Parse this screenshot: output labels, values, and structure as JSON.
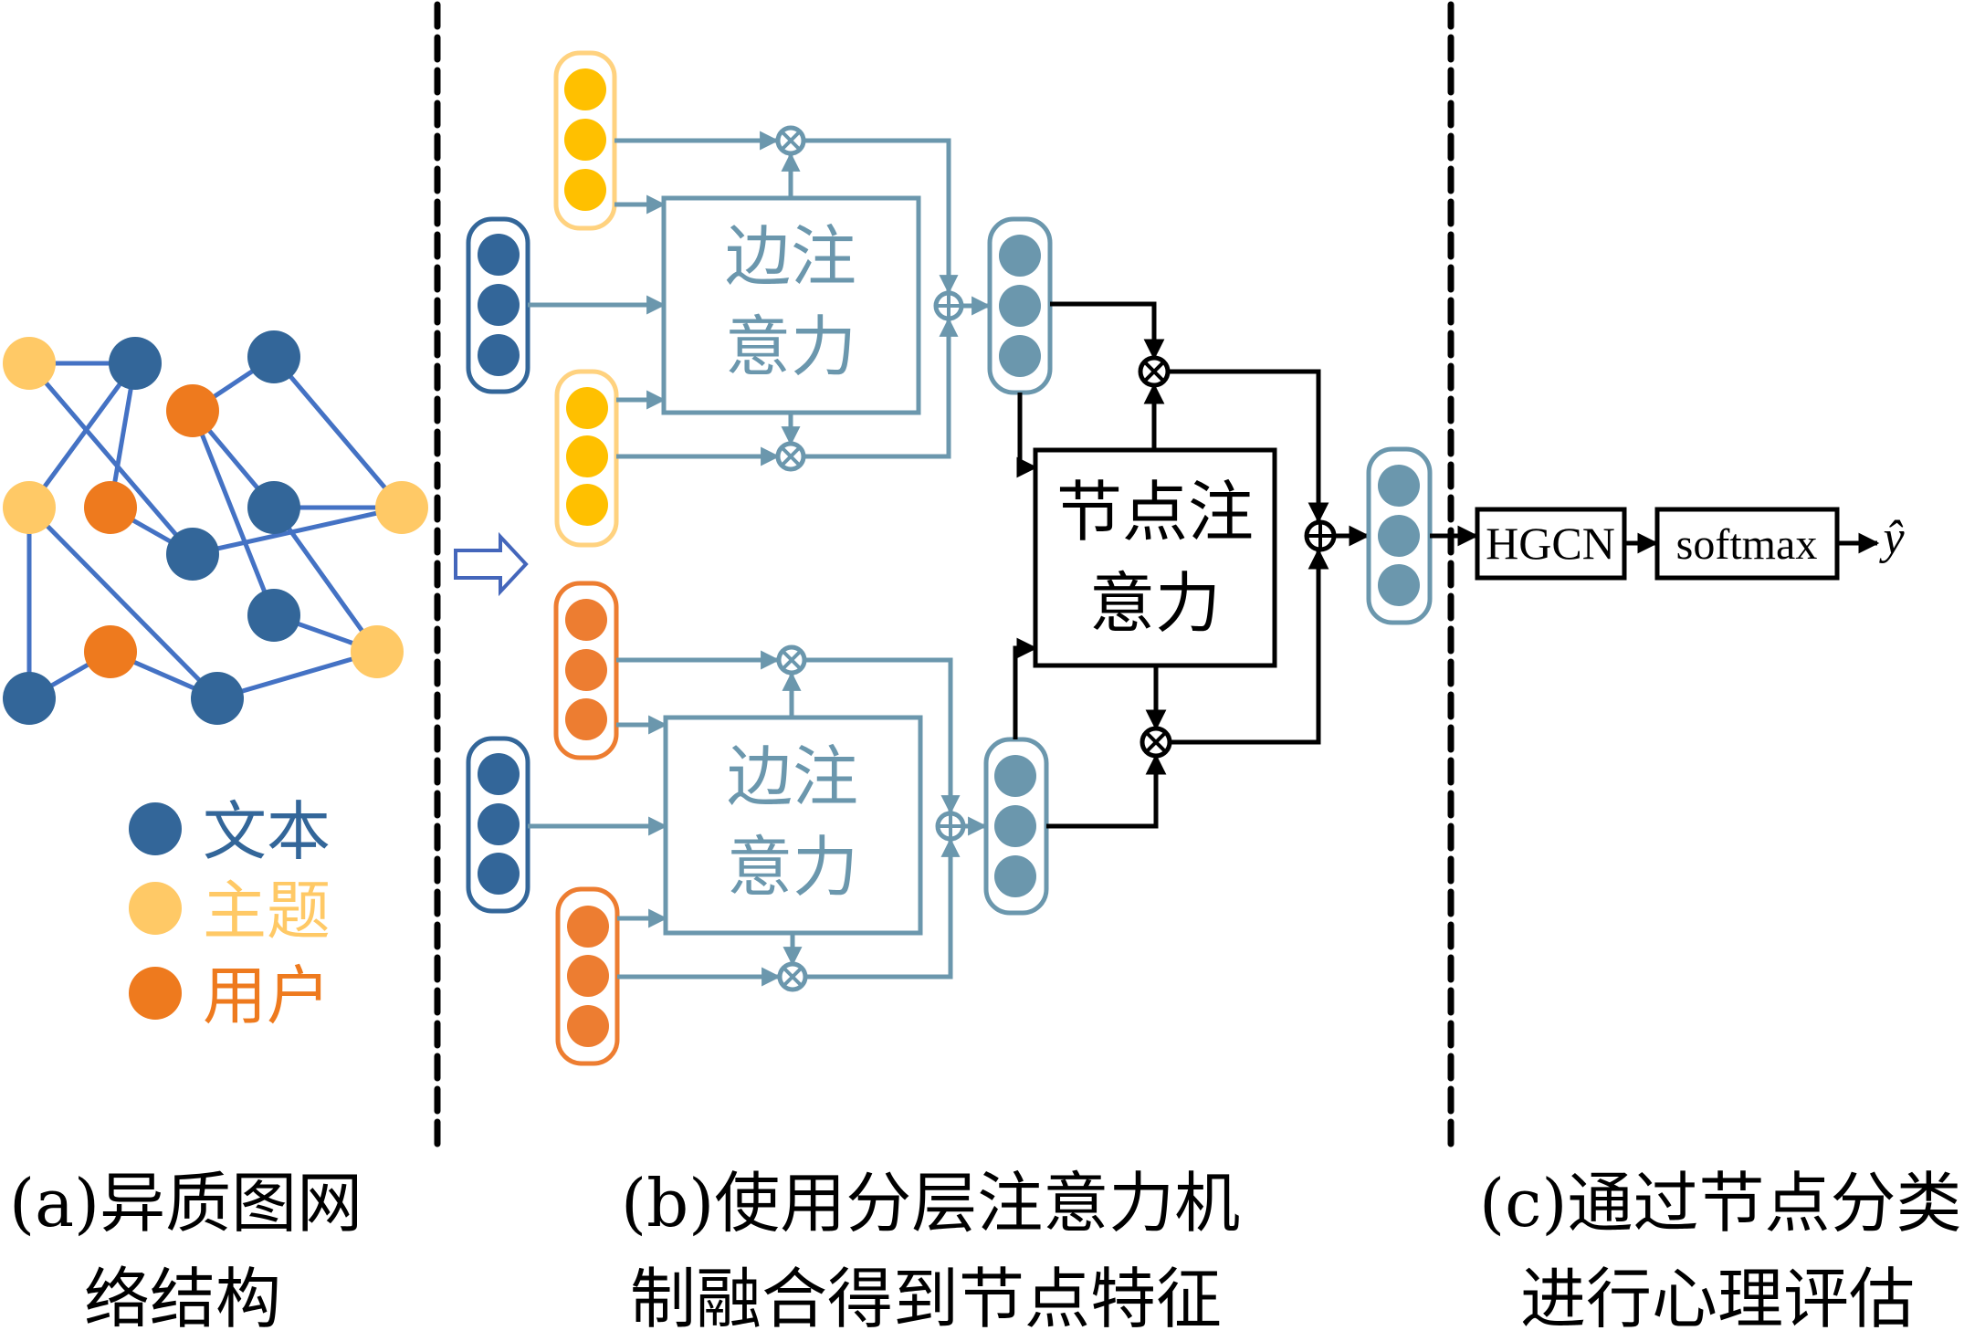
{
  "colors": {
    "text_node": "#336699",
    "topic_node": "#FFC966",
    "user_node": "#EE7A1E",
    "graph_edge": "#4472C4",
    "edge_module": "#6B97AD",
    "topic_vec_fill": "#FFC000",
    "topic_vec_border": "#FFD27F",
    "user_vec_fill": "#ED7D31",
    "user_vec_border": "#ED7D31",
    "text_vec_border": "#336699",
    "node_module": "#000000",
    "arrow_outline": "#4466BB"
  },
  "panel_a": {
    "legend": [
      {
        "type": "text",
        "label": "文本"
      },
      {
        "type": "topic",
        "label": "主题"
      },
      {
        "type": "user",
        "label": "用户"
      }
    ],
    "nodes": [
      {
        "id": "n1",
        "type": "topic"
      },
      {
        "id": "n2",
        "type": "text"
      },
      {
        "id": "n3",
        "type": "text"
      },
      {
        "id": "n4",
        "type": "user"
      },
      {
        "id": "n5",
        "type": "topic"
      },
      {
        "id": "n6",
        "type": "user"
      },
      {
        "id": "n7",
        "type": "text"
      },
      {
        "id": "n8",
        "type": "topic"
      },
      {
        "id": "n9",
        "type": "text"
      },
      {
        "id": "n10",
        "type": "text"
      },
      {
        "id": "n11",
        "type": "user"
      },
      {
        "id": "n12",
        "type": "topic"
      },
      {
        "id": "n13",
        "type": "text"
      },
      {
        "id": "n14",
        "type": "text"
      }
    ],
    "edges": [
      [
        "n1",
        "n2"
      ],
      [
        "n1",
        "n9"
      ],
      [
        "n2",
        "n5"
      ],
      [
        "n2",
        "n6"
      ],
      [
        "n3",
        "n4"
      ],
      [
        "n3",
        "n8"
      ],
      [
        "n4",
        "n7"
      ],
      [
        "n4",
        "n10"
      ],
      [
        "n7",
        "n8"
      ],
      [
        "n7",
        "n12"
      ],
      [
        "n6",
        "n9"
      ],
      [
        "n9",
        "n8"
      ],
      [
        "n10",
        "n12"
      ],
      [
        "n5",
        "n13"
      ],
      [
        "n5",
        "n14"
      ],
      [
        "n13",
        "n11"
      ],
      [
        "n11",
        "n14"
      ],
      [
        "n14",
        "n12"
      ]
    ],
    "caption_line1": "(a)异质图网",
    "caption_line2": "络结构"
  },
  "panel_b": {
    "edge_attention_label_line1": "边注",
    "edge_attention_label_line2": "意力",
    "node_attention_label_line1": "节点注",
    "node_attention_label_line2": "意力",
    "multiply_symbol": "⊗",
    "add_symbol": "⊕",
    "caption_line1": "(b)使用分层注意力机",
    "caption_line2": "制融合得到节点特征"
  },
  "panel_c": {
    "hgcn_label": "HGCN",
    "softmax_label": "softmax",
    "output_label": "ŷ",
    "caption_line1": "(c)通过节点分类",
    "caption_line2": "进行心理评估"
  }
}
